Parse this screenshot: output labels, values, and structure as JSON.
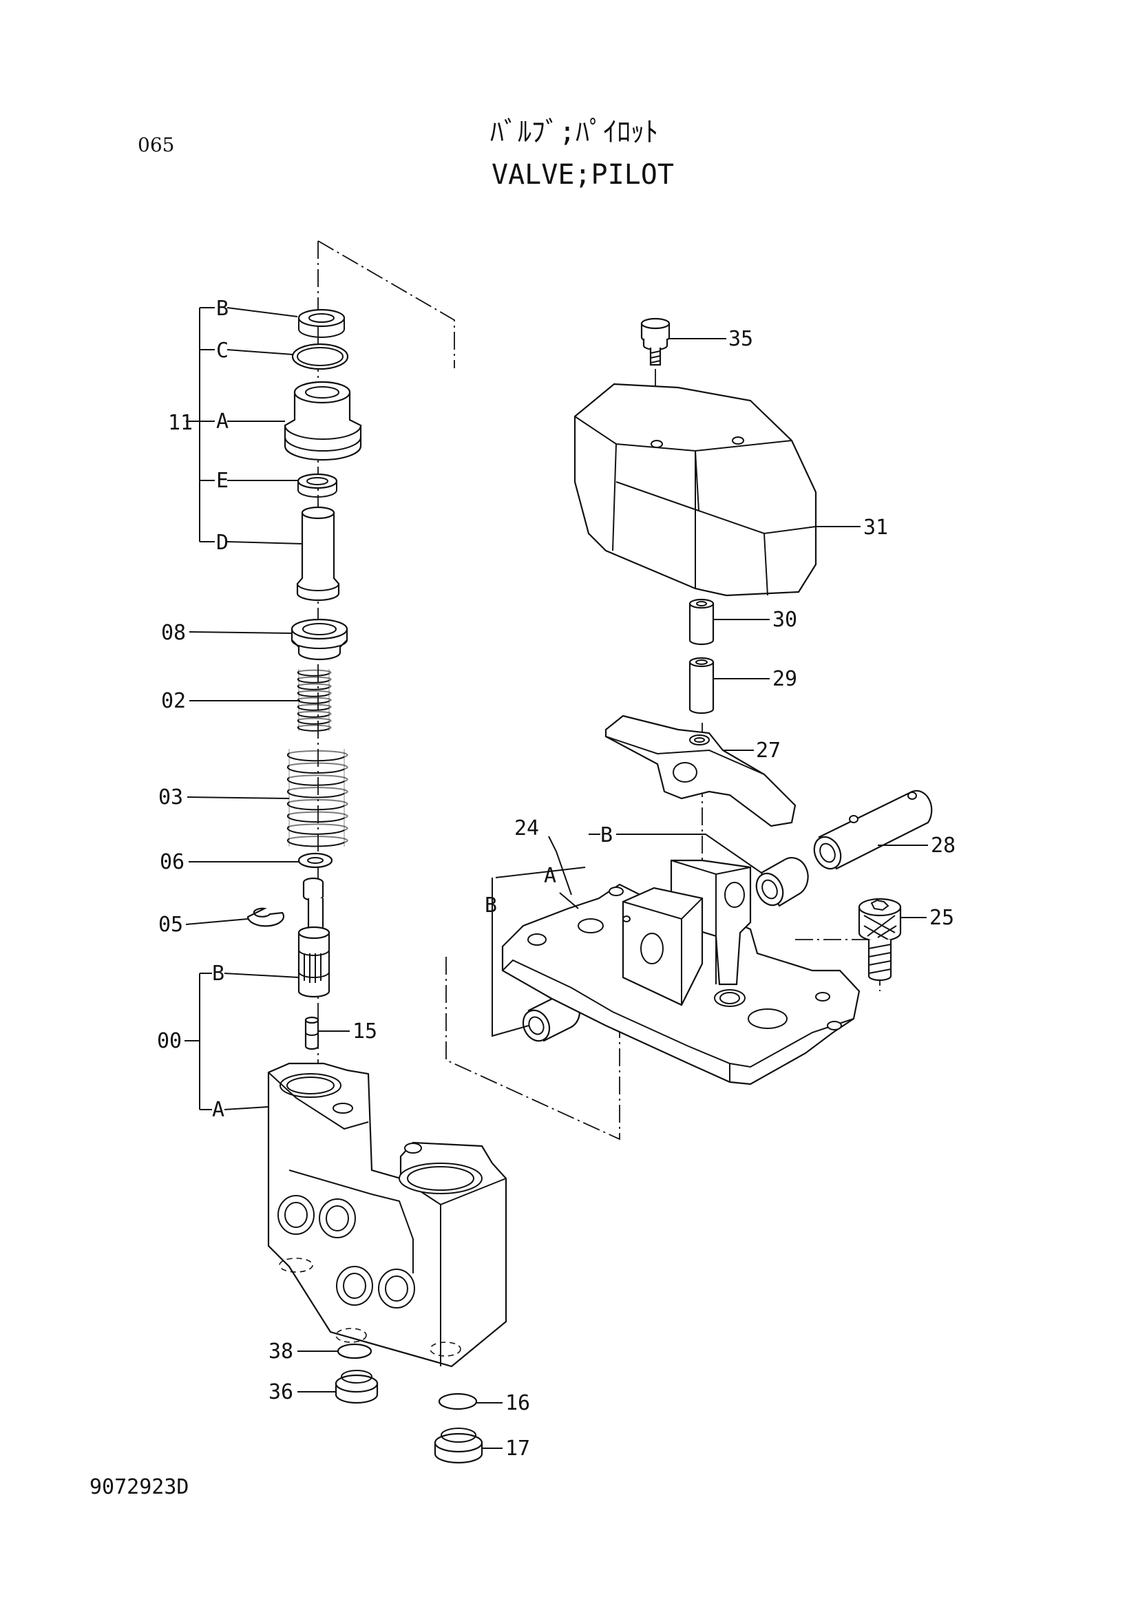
{
  "header": {
    "page_code": "065",
    "title_jp": "ﾊﾞﾙﾌﾞ;ﾊﾟｲﾛｯﾄ",
    "title_en": "VALVE;PILOT"
  },
  "footer": {
    "drawing_number": "9072923D"
  },
  "callouts": {
    "c11": "11",
    "c11B": "B",
    "c11C": "C",
    "c11A": "A",
    "c11E": "E",
    "c11D": "D",
    "c08": "08",
    "c02": "02",
    "c03": "03",
    "c06": "06",
    "c05": "05",
    "c00": "00",
    "c00B": "B",
    "c00A": "A",
    "c15": "15",
    "c38": "38",
    "c36": "36",
    "c16": "16",
    "c17": "17",
    "c35": "35",
    "c31": "31",
    "c30": "30",
    "c29": "29",
    "c27": "27",
    "c28": "28",
    "c24": "24",
    "c24A": "A",
    "c24B1": "B",
    "c24B2": "B",
    "c25": "25"
  },
  "colors": {
    "ink": "#111111",
    "paper": "#ffffff"
  }
}
